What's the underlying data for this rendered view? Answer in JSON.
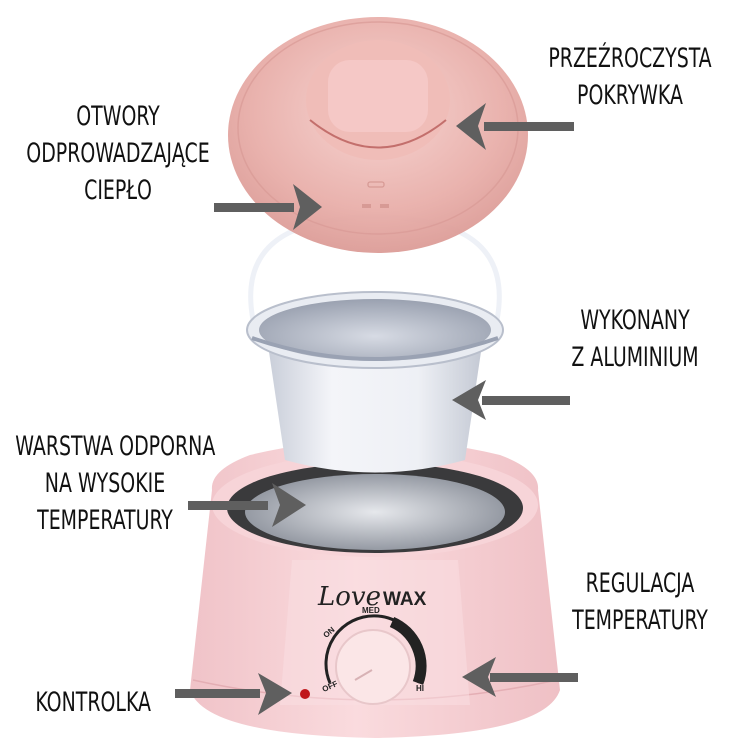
{
  "product": {
    "brand_script": "Love",
    "brand_bold": "WAX",
    "dial": {
      "labels": [
        "ON",
        "MED",
        "OFF",
        "HI"
      ]
    },
    "colors": {
      "body_pink": "#f5cfd3",
      "lid_pink": "#e9b3ae",
      "arrow_gray": "#5f5f5f",
      "indicator_red": "#c0171b",
      "aluminium": "#e3e6ee"
    }
  },
  "annotations": {
    "lid_vents": [
      "OTWORY",
      "ODPROWADZAJĄCE",
      "CIEPŁO"
    ],
    "transparent_lid": [
      "PRZEŹROCZYSTA",
      "POKRYWKA"
    ],
    "aluminium": [
      "WYKONANY",
      "Z ALUMINIUM"
    ],
    "heat_layer": [
      "WARSTWA ODPORNA",
      "NA WYSOKIE",
      "TEMPERATURY"
    ],
    "temperature_control": [
      "REGULACJA",
      "TEMPERATURY"
    ],
    "indicator_light": [
      "KONTROLKA"
    ]
  }
}
